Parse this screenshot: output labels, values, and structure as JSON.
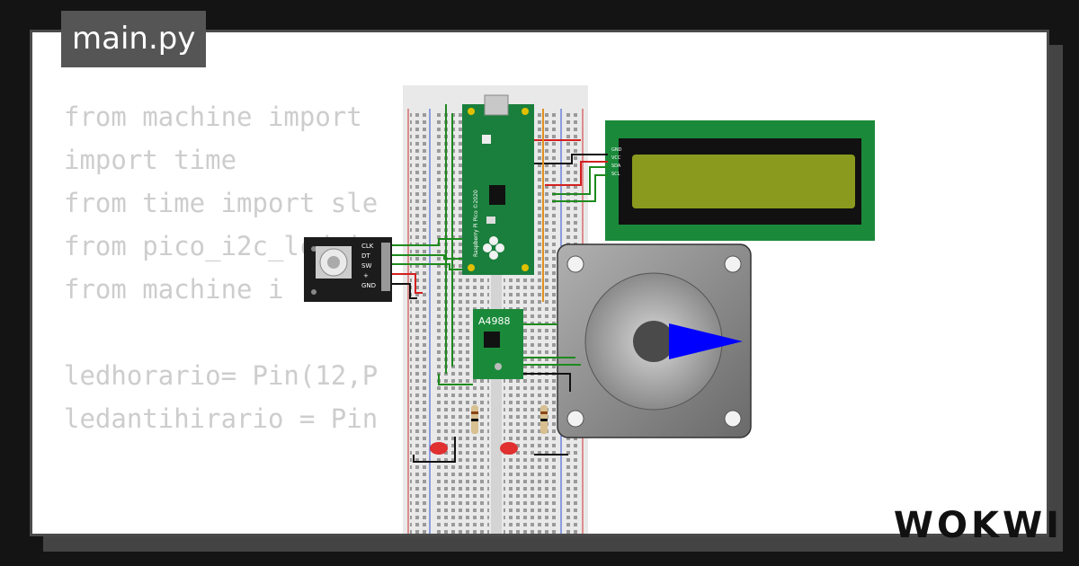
{
  "editor": {
    "filename": "main.py",
    "code_lines": [
      "from machine import",
      "import time",
      "from time import sle",
      "from pico_i2c_lcd im",
      "from machine i",
      "",
      "ledhorario= Pin(12,P",
      "ledantihirario = Pin"
    ]
  },
  "components": {
    "pico_label": "Raspberry Pi Pico ©2020",
    "driver_label": "A4988",
    "encoder_pins": [
      "CLK",
      "DT",
      "SW",
      "+",
      "GND"
    ],
    "lcd_pins": [
      "GND",
      "VCC",
      "SDA",
      "SCL"
    ]
  },
  "brand": {
    "logo": "WOKWI"
  },
  "colors": {
    "pcb_green": "#1a7f3c",
    "lcd_screen": "#8a9a1e",
    "wire_green": "#1e8a1e",
    "wire_red": "#d32020",
    "pointer_blue": "#0000ff"
  }
}
